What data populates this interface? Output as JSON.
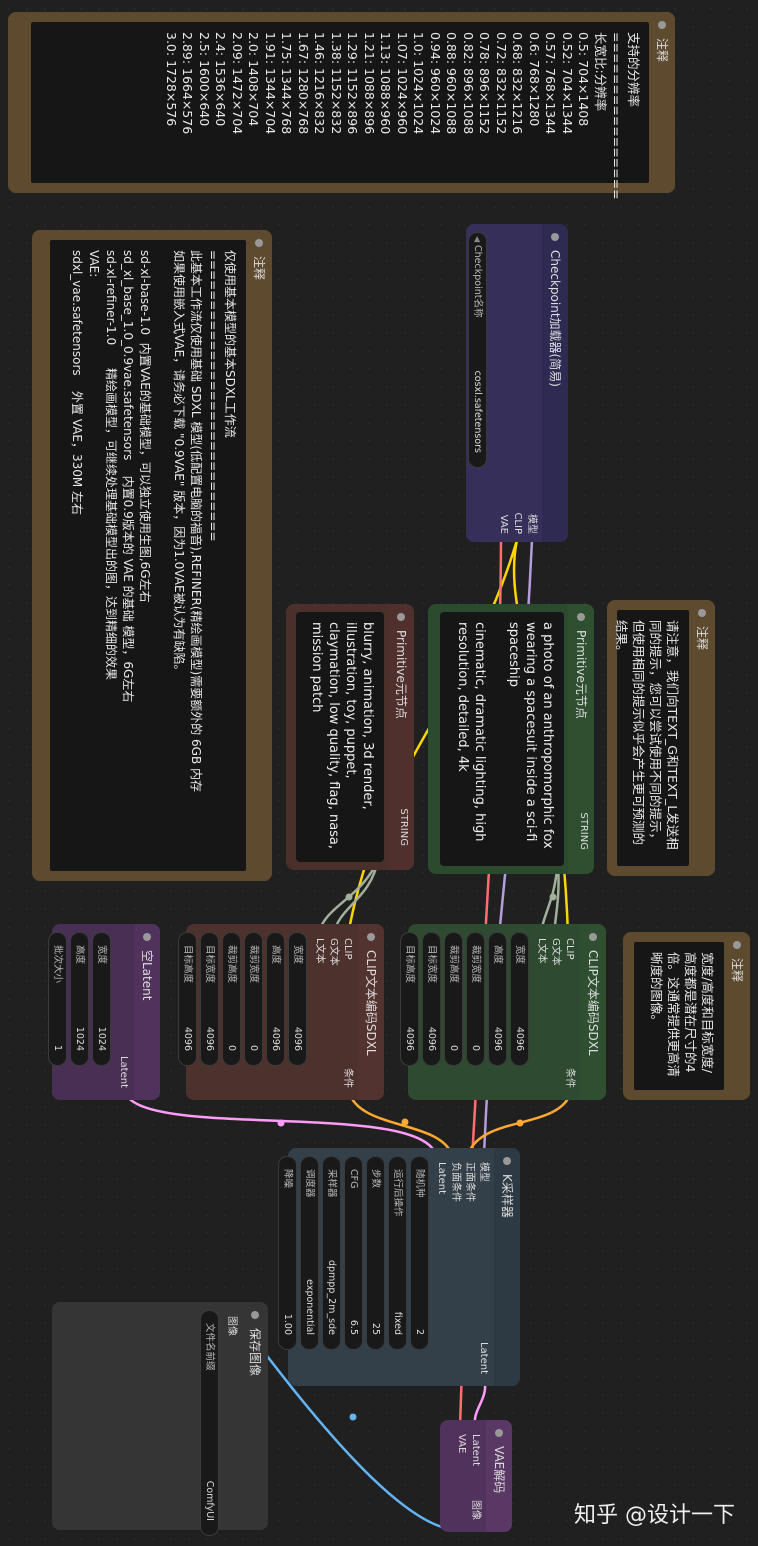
{
  "notes": {
    "resolutions": {
      "title": "注释",
      "heading": "支持的分辨率",
      "subheading": "长宽比:分辨率",
      "rule": "================",
      "lines": [
        "0.5: 704×1408",
        "0.52: 704×1344",
        "0.57: 768×1344",
        "0.6: 768×1280",
        "0.68: 832×1216",
        "0.72: 832×1152",
        "0.78: 896×1152",
        "0.82: 896×1088",
        "0.88: 960×1088",
        "0.94: 960×1024",
        "1.0: 1024×1024",
        "1.07: 1024×960",
        "1.13: 1088×960",
        "1.21: 1088×896",
        "1.29: 1152×896",
        "1.38: 1152×832",
        "1.46: 1216×832",
        "1.67: 1280×768",
        "1.75: 1344×768",
        "1.91: 1344×704",
        "2.0: 1408×704",
        "2.09: 1472×704",
        "2.4: 1536×640",
        "2.5: 1600×640",
        "2.89: 1664×576",
        "3.0: 1728×576"
      ]
    },
    "basic": {
      "title": "注释",
      "lines": [
        "仅使用基本模型的基本SDXL工作流",
        "=============================",
        "此基本工作流仅使用基础 SDXL 模型(低配置电脑的福音),REFINER(精绘画模型)需要额外的 6GB 内存",
        "如果使用嵌入式VAE，请务必下载 \"0.9VAE\" 版本，因为1.0VAE被认为有缺陷。",
        "",
        "sd-xl-base-1.0  内置VAE的基础模型，可以独立使用生图,6G左右",
        "sd_xl_base_1.0_0.9vae.safetensors    内置0.9版本的 VAE 的基础 模型，6G左右",
        "sd-xl-refiner-1.0      精绘画模型，可继续处理基础模型出的图，达到精细的效果",
        "VAE:",
        "sdxl_vae.safetensors    外置 VAE，330M 左右"
      ]
    },
    "prompt_note": {
      "title": "注释",
      "text": "请注意，我们向TEXT_G和TEXT_L发送相同的提示，您可以尝试使用不同的提示，但使用相同的提示似乎会产生更可预测的结果。"
    },
    "size_note": {
      "title": "注释",
      "text": "宽度/高度和目标宽度/高度都是潜在尺寸的4倍。这通常提供更高清晰度的图像。"
    }
  },
  "checkpoint": {
    "title": "Checkpoint加载器(简易)",
    "outputs": [
      "模型",
      "CLIP",
      "VAE"
    ],
    "widget_label": "Checkpoint名称",
    "widget_value": "cosxl.safetensors"
  },
  "primitive_pos": {
    "title": "Primitive元节点",
    "output": "STRING",
    "text": "a photo of an anthropomorphic fox wearing a spacesuit inside a sci-fi spaceship\n\ncinematic, dramatic lighting, high resolution, detailed, 4k"
  },
  "primitive_neg": {
    "title": "Primitive元节点",
    "output": "STRING",
    "text": "blurry, animation, 3d render, illustration, toy, puppet, claymation, low quality, flag, nasa, mission patch"
  },
  "clip_pos": {
    "title": "CLIP文本编码SDXL",
    "inputs": [
      "CLIP",
      "G文本",
      "L文本"
    ],
    "output": "条件",
    "widgets": [
      {
        "label": "宽度",
        "value": "4096"
      },
      {
        "label": "高度",
        "value": "4096"
      },
      {
        "label": "裁剪宽度",
        "value": "0"
      },
      {
        "label": "裁剪高度",
        "value": "0"
      },
      {
        "label": "目标宽度",
        "value": "4096"
      },
      {
        "label": "目标高度",
        "value": "4096"
      }
    ]
  },
  "clip_neg": {
    "title": "CLIP文本编码SDXL",
    "inputs": [
      "CLIP",
      "G文本",
      "L文本"
    ],
    "output": "条件",
    "widgets": [
      {
        "label": "宽度",
        "value": "4096"
      },
      {
        "label": "高度",
        "value": "4096"
      },
      {
        "label": "裁剪宽度",
        "value": "0"
      },
      {
        "label": "裁剪高度",
        "value": "0"
      },
      {
        "label": "目标宽度",
        "value": "4096"
      },
      {
        "label": "目标高度",
        "value": "4096"
      }
    ]
  },
  "empty_latent": {
    "title": "空Latent",
    "output": "Latent",
    "widgets": [
      {
        "label": "宽度",
        "value": "1024"
      },
      {
        "label": "高度",
        "value": "1024"
      },
      {
        "label": "批次大小",
        "value": "1"
      }
    ]
  },
  "ksampler": {
    "title": "K采样器",
    "inputs": [
      "模型",
      "正面条件",
      "负面条件",
      "Latent"
    ],
    "output": "Latent",
    "widgets": [
      {
        "label": "随机种",
        "value": "2"
      },
      {
        "label": "运行后操作",
        "value": "fixed"
      },
      {
        "label": "步数",
        "value": "25"
      },
      {
        "label": "CFG",
        "value": "6.5"
      },
      {
        "label": "采样器",
        "value": "dpmpp_2m_sde"
      },
      {
        "label": "调度器",
        "value": "exponential"
      },
      {
        "label": "降噪",
        "value": "1.00"
      }
    ]
  },
  "vae_decode": {
    "title": "VAE解码",
    "inputs": [
      "Latent",
      "VAE"
    ],
    "output": "图像"
  },
  "save_image": {
    "title": "保存图像",
    "input": "图像",
    "widget_label": "文件名前缀",
    "widget_value": "ComfyUI"
  },
  "watermark": "知乎 @设计一下",
  "colors": {
    "model": "#b39ddb",
    "clip": "#ffd500",
    "vae": "#ff6e6e",
    "conditioning": "#ffa931",
    "latent": "#ff9cf9",
    "image": "#64b5f6",
    "string": "#8bd46e"
  }
}
